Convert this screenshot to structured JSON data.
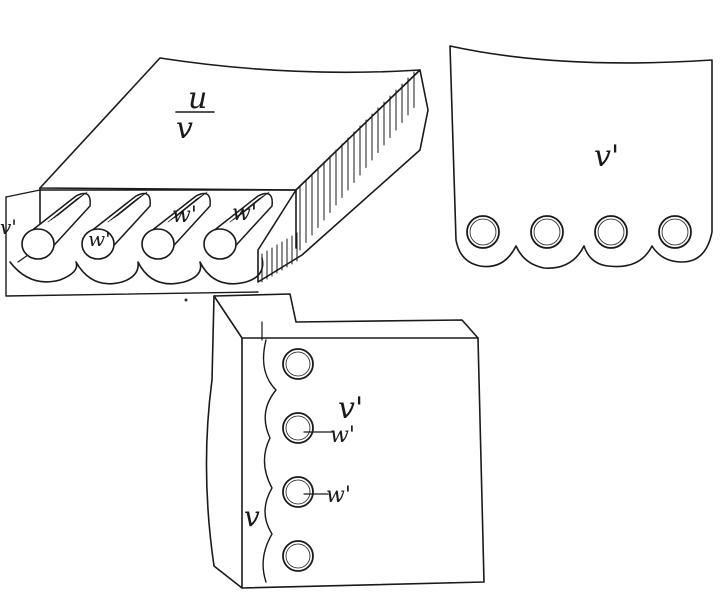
{
  "figure_top_left": {
    "labels": [
      {
        "id": "u",
        "text": "u"
      },
      {
        "id": "v",
        "text": "v"
      },
      {
        "id": "v-prime-edge",
        "text": "v'"
      },
      {
        "id": "w-prime-1",
        "text": "w'"
      },
      {
        "id": "w-prime-2",
        "text": "w'"
      },
      {
        "id": "w-prime-3",
        "text": "w'"
      }
    ]
  },
  "figure_top_right": {
    "labels": [
      {
        "id": "v-prime",
        "text": "v'"
      }
    ],
    "hole_count": 4
  },
  "figure_bottom": {
    "labels": [
      {
        "id": "v-prime",
        "text": "v'"
      },
      {
        "id": "w-prime-1",
        "text": "w'"
      },
      {
        "id": "w-prime-2",
        "text": "w'"
      },
      {
        "id": "v",
        "text": "v"
      }
    ],
    "hole_count": 4
  }
}
